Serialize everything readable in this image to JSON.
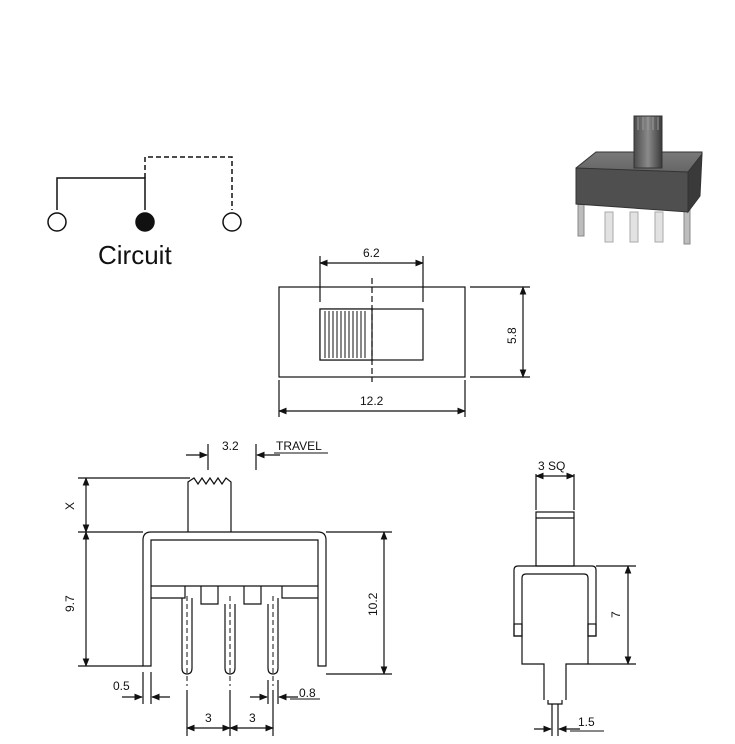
{
  "circuit": {
    "label": "Circuit"
  },
  "top_view": {
    "width_slider": "6.2",
    "height": "5.8",
    "length": "12.2"
  },
  "front_view": {
    "travel_value": "3.2",
    "travel_label": "TRAVEL",
    "actuator_height": "X",
    "body_height": "9.7",
    "total_height": "10.2",
    "pin_offset": "0.5",
    "pin_width": "0.8",
    "pitch_left": "3",
    "pitch_right": "3"
  },
  "side_view": {
    "actuator_square": "3 SQ",
    "leg_height": "7",
    "pin_spacing": "1.5"
  },
  "colors": {
    "line": "#111111",
    "body_photo": "#555555",
    "pins_photo": "#d8d8d8"
  }
}
